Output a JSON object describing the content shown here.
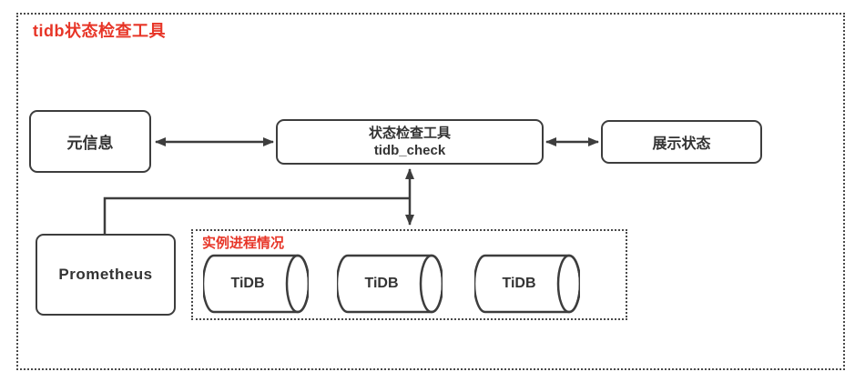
{
  "diagram": {
    "title": "tidb状态检查工具",
    "colors": {
      "accent_red": "#e73527",
      "line": "#3d3d3d",
      "background": "#ffffff"
    }
  },
  "nodes": {
    "meta": {
      "label": "元信息"
    },
    "checker": {
      "title": "状态检查工具",
      "subtitle": "tidb_check"
    },
    "display": {
      "label": "展示状态"
    },
    "prometheus": {
      "label": "Prometheus"
    },
    "instances": {
      "label": "实例进程情况",
      "cylinders": [
        {
          "label": "TiDB"
        },
        {
          "label": "TiDB"
        },
        {
          "label": "TiDB"
        }
      ]
    }
  }
}
